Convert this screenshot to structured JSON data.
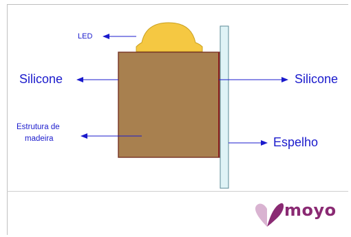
{
  "labels": {
    "led": "LED",
    "silicone_left": "Silicone",
    "silicone_right": "Silicone",
    "estrutura_line1": "Estrutura de",
    "estrutura_line2": "madeira",
    "espelho": "Espelho"
  },
  "logo": {
    "text": "moyo",
    "icon": "heart-leaf-icon",
    "color": "#8a2a73"
  },
  "colors": {
    "wood": "#a8804f",
    "wood_edge": "#7a3a2a",
    "led": "#f5c842",
    "mirror": "#dff3f6",
    "arrows": "#1a1acc"
  }
}
